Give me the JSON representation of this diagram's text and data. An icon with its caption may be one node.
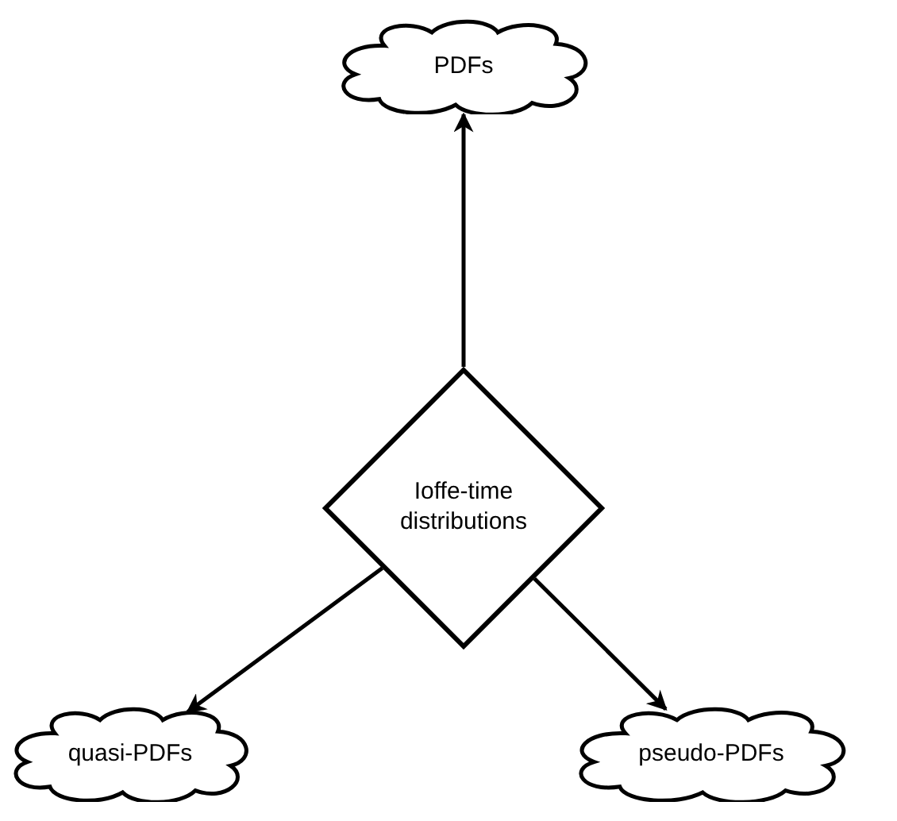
{
  "diagram": {
    "nodes": [
      {
        "text": [
          "PDFs"
        ]
      },
      {
        "text": [
          "Ioffe-time distributions"
        ]
      },
      {
        "text": [
          "quasi-PDFs"
        ]
      },
      {
        "text": [
          "pseudo-PDFs"
        ]
      }
    ],
    "edges": [
      {
        "from": 1,
        "to": 0,
        "arrow": "to"
      },
      {
        "from": 1,
        "to": 2,
        "arrow": "to"
      },
      {
        "from": 1,
        "to": 3,
        "arrow": "to"
      }
    ]
  }
}
